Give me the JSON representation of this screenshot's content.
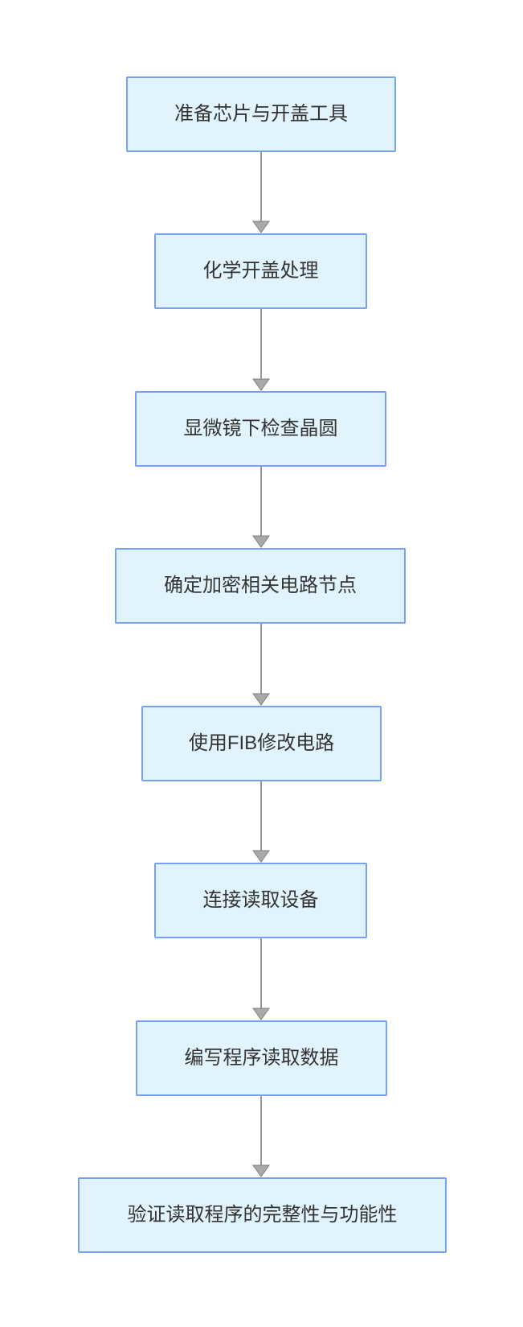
{
  "diagram": {
    "type": "flowchart",
    "direction": "top-down",
    "nodes": [
      {
        "id": "step-1",
        "label": "准备芯片与开盖工具"
      },
      {
        "id": "step-2",
        "label": "化学开盖处理"
      },
      {
        "id": "step-3",
        "label": "显微镜下检查晶圆"
      },
      {
        "id": "step-4",
        "label": "确定加密相关电路节点"
      },
      {
        "id": "step-5",
        "label": "使用FIB修改电路"
      },
      {
        "id": "step-6",
        "label": "连接读取设备"
      },
      {
        "id": "step-7",
        "label": "编写程序读取数据"
      },
      {
        "id": "step-8",
        "label": "验证读取程序的完整性与功能性"
      }
    ],
    "edges": [
      {
        "from": "step-1",
        "to": "step-2"
      },
      {
        "from": "step-2",
        "to": "step-3"
      },
      {
        "from": "step-3",
        "to": "step-4"
      },
      {
        "from": "step-4",
        "to": "step-5"
      },
      {
        "from": "step-5",
        "to": "step-6"
      },
      {
        "from": "step-6",
        "to": "step-7"
      },
      {
        "from": "step-7",
        "to": "step-8"
      }
    ]
  },
  "colors": {
    "background": "#ffffff",
    "node_fill": "#e1f3fd",
    "node_border": "#78a1f0",
    "node_text": "#333333",
    "arrow_line": "#999999",
    "arrow_head_fill": "#a9a9a9",
    "arrow_head_stroke": "#808080"
  }
}
